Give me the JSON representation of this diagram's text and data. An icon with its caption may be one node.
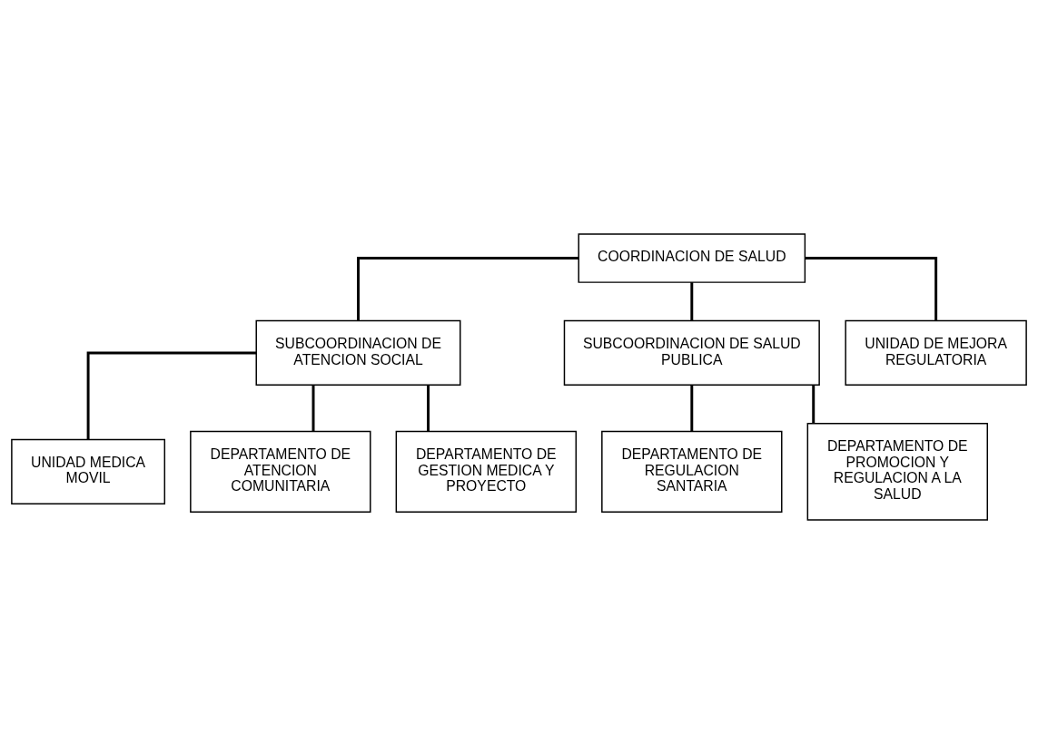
{
  "diagram": {
    "nodes": [
      {
        "text": [
          "COORDINACION DE SALUD"
        ]
      },
      {
        "text": [
          "SUBCOORDINACION DE ATENCION SOCIAL"
        ]
      },
      {
        "text": [
          "SUBCOORDINACION DE SALUD PUBLICA"
        ]
      },
      {
        "text": [
          "UNIDAD MEDICA MOVIL"
        ]
      },
      {
        "text": [
          "DEPARTAMENTO DE ATENCION COMUNITARIA"
        ]
      },
      {
        "text": [
          "DEPARTAMENTO DE REGULACION SANTARIA"
        ]
      },
      {
        "text": [
          "DEPARTAMENTO DE PROMOCION Y REGULACION A LA SALUD"
        ]
      },
      {
        "text": [
          "DEPARTAMENTO DE GESTION MEDICA Y PROYECTO"
        ]
      },
      {
        "text": [
          "UNIDAD DE MEJORA REGULATORIA"
        ]
      }
    ],
    "edges": [
      {
        "from": 0,
        "to": 1,
        "arrow": "none"
      },
      {
        "from": 0,
        "to": 2,
        "arrow": "none"
      },
      {
        "from": 0,
        "to": 8,
        "arrow": "none"
      },
      {
        "from": 1,
        "to": 3,
        "arrow": "none"
      },
      {
        "from": 1,
        "to": 4,
        "arrow": "none"
      },
      {
        "from": 1,
        "to": 7,
        "arrow": "none"
      },
      {
        "from": 2,
        "to": 5,
        "arrow": "none"
      },
      {
        "from": 2,
        "to": 6,
        "arrow": "none"
      }
    ]
  }
}
